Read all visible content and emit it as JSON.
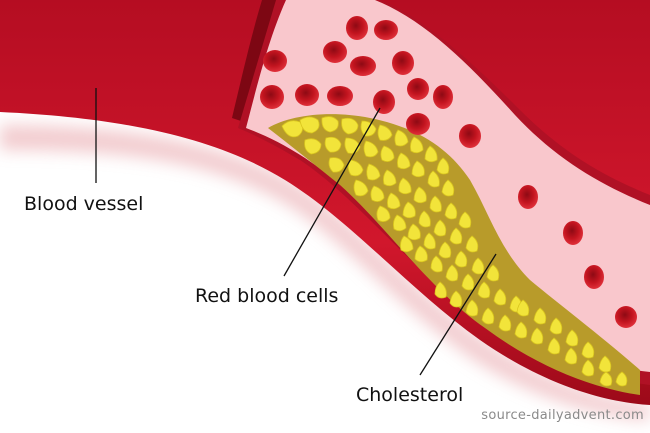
{
  "labels": {
    "blood_vessel": "Blood vessel",
    "red_blood_cells": "Red blood cells",
    "cholesterol": "Cholesterol"
  },
  "watermark": "source-dailyadvent.com",
  "colors": {
    "vessel_red": "#c8102e",
    "vessel_dark": "#8e0a18",
    "lumen_pink": "#f9c7cc",
    "plaque_yellow": "#f2e43a",
    "plaque_gold": "#b89b2a",
    "rbc_red": "#c0141f"
  }
}
